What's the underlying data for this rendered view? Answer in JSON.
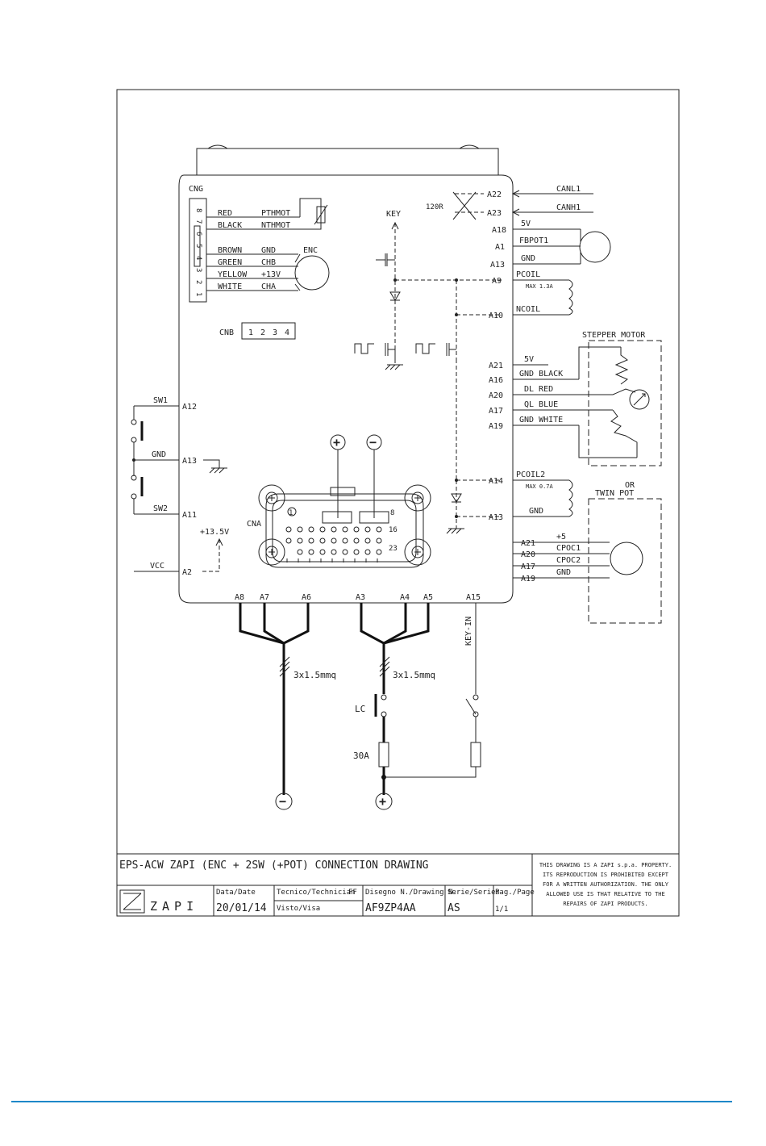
{
  "colors": {
    "line": "#222222",
    "footer_rule": "#1e88c8"
  },
  "connectors": {
    "cng": {
      "title": "CNG",
      "pins": [
        "8",
        "7",
        "6",
        "5",
        "4",
        "3",
        "2",
        "1"
      ]
    },
    "cnb": {
      "title": "CNB",
      "pins": [
        "1",
        "2",
        "3",
        "4"
      ]
    },
    "cna": {
      "title": "CNA",
      "pins": [
        "1",
        "8",
        "16",
        "23"
      ]
    }
  },
  "encoder_side": {
    "wires": [
      {
        "color": "RED",
        "signal": "PTHMOT"
      },
      {
        "color": "BLACK",
        "signal": "NTHMOT"
      },
      {
        "color": "BROWN",
        "signal": "GND"
      },
      {
        "color": "GREEN",
        "signal": "CHB"
      },
      {
        "color": "YELLOW",
        "signal": "+13V"
      },
      {
        "color": "WHITE",
        "signal": "CHA"
      }
    ],
    "enc_label": "ENC",
    "key_label": "KEY"
  },
  "right_pins": {
    "can": [
      {
        "pin": "A22",
        "label": "CANL1"
      },
      {
        "pin": "A23",
        "label": "CANH1"
      }
    ],
    "resistor": "120R",
    "pot": [
      {
        "pin": "A18",
        "label": "5V"
      },
      {
        "pin": "A1",
        "label": "FBPOT1"
      },
      {
        "pin": "A13",
        "label": "GND"
      }
    ],
    "coil1": [
      {
        "pin": "A9",
        "label": "PCOIL"
      },
      {
        "pin": "A10",
        "label": "NCOIL"
      }
    ],
    "coil1_max": "MAX 1.3A",
    "stepper": [
      {
        "pin": "A21",
        "label": "5V"
      },
      {
        "pin": "A16",
        "label": "GND BLACK"
      },
      {
        "pin": "A20",
        "label": "DL   RED"
      },
      {
        "pin": "A17",
        "label": "QL   BLUE"
      },
      {
        "pin": "A19",
        "label": "GND WHITE"
      }
    ],
    "stepper_title": "STEPPER MOTOR",
    "coil2": [
      {
        "pin": "A14",
        "label": "PCOIL2"
      },
      {
        "pin": "A13",
        "label": "GND"
      }
    ],
    "coil2_max": "MAX 0.7A",
    "or_label": "OR",
    "twin_title": "TWIN POT",
    "twin": [
      {
        "pin": "A21",
        "label": "+5"
      },
      {
        "pin": "A20",
        "label": "CPOC1"
      },
      {
        "pin": "A17",
        "label": "CPOC2"
      },
      {
        "pin": "A19",
        "label": "GND"
      }
    ]
  },
  "left_pins": [
    {
      "pin": "A12",
      "label": "SW1"
    },
    {
      "pin": "A13",
      "label": "GND"
    },
    {
      "pin": "A11",
      "label": "SW2"
    },
    {
      "pin": "A2",
      "label": "VCC"
    }
  ],
  "supply_label": "+13.5V",
  "bottom_pins": [
    "A8",
    "A7",
    "A6",
    "A3",
    "A4",
    "A5",
    "A15"
  ],
  "cable_left": "3x1.5mmq",
  "cable_right": "3x1.5mmq",
  "key_in_label": "KEY-IN",
  "lc_label": "LC",
  "fuse_label": "30A",
  "plus_sign": "+",
  "minus_sign": "−",
  "title_block": {
    "title": "EPS-ACW ZAPI (ENC + 2SW (+POT) CONNECTION DRAWING",
    "notice": [
      "THIS DRAWING IS A ZAPI s.p.a. PROPERTY.",
      "ITS REPRODUCTION IS PROHIBITED EXCEPT",
      "FOR A WRITTEN AUTHORIZATION. THE ONLY",
      "ALLOWED USE IS THAT RELATIVE TO THE",
      "REPAIRS OF ZAPI PRODUCTS."
    ],
    "logo": "ZAPI",
    "date_label": "Data/Date",
    "date_value": "20/01/14",
    "tech_label": "Tecnico/Technician",
    "tech_value": "FF",
    "visto_label": "Visto/Visa",
    "drawing_label": "Disegno N./Drawing N.",
    "drawing_value": "AF9ZP4AA",
    "series_label": "Serie/Series",
    "series_value": "AS",
    "page_label": "Pag./Page",
    "page_value": "1/1"
  }
}
